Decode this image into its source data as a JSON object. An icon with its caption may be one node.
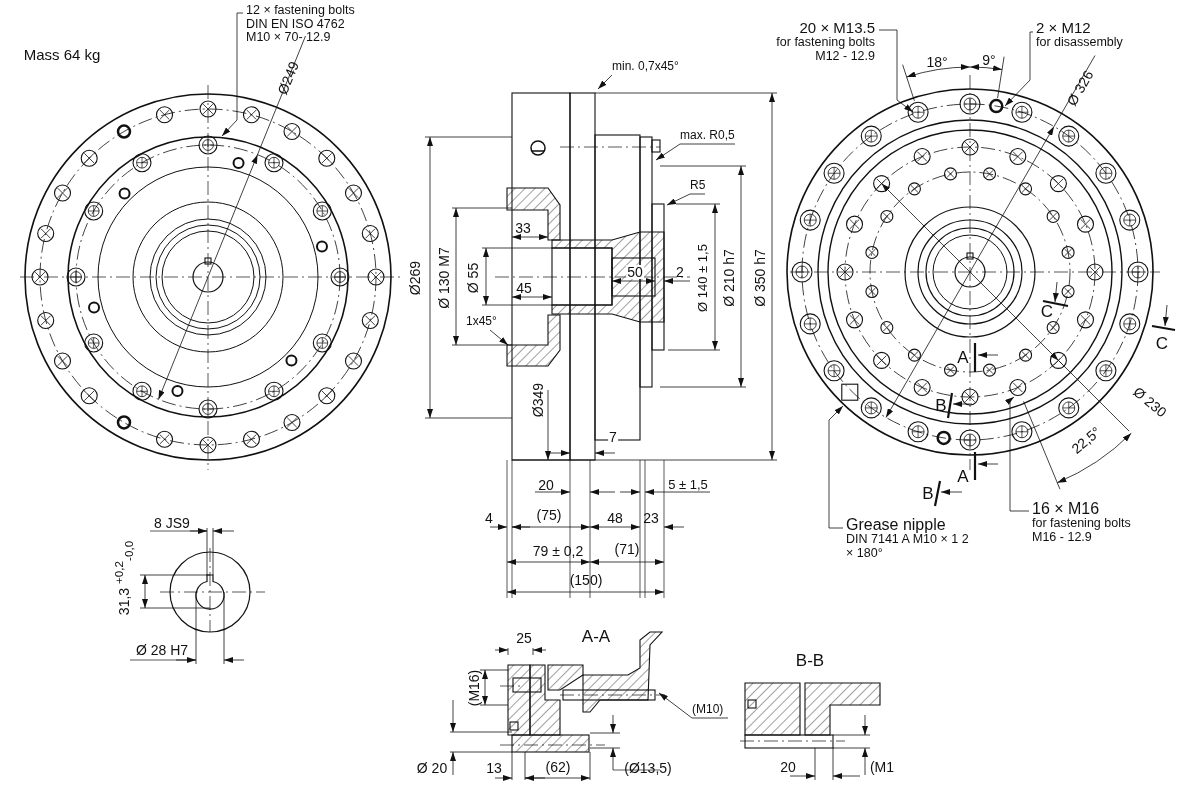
{
  "diagram": {
    "nodes": [
      {
        "text": [
          "12 × fastening bolts DIN EN ISO 4762 M10 × 70- 12.9"
        ]
      },
      {
        "text": [
          "min. 0,7x45°"
        ]
      },
      {
        "text": [
          "max. R0,5"
        ]
      },
      {
        "text": [
          "R5"
        ]
      },
      {
        "text": [
          "1x45°"
        ]
      },
      {
        "text": [
          "20 × M13.5",
          "for fastening bolts M12 - 12.9"
        ]
      },
      {
        "text": [
          "2 × M12",
          "for disassembly"
        ]
      },
      {
        "text": [
          "Grease nipple",
          "DIN 7141 A M10 × 1 2 × 180°"
        ]
      },
      {
        "text": [
          "16 × M16",
          "for fastening bolts M16 - 12.9"
        ]
      },
      {
        "text": [
          "(M10)"
        ]
      }
    ],
    "edges": [
      {
        "from": 0,
        "to": null,
        "arrow": "to"
      },
      {
        "from": 1,
        "to": null,
        "arrow": "to"
      },
      {
        "from": 2,
        "to": null,
        "arrow": "to"
      },
      {
        "from": 3,
        "to": null,
        "arrow": "to"
      },
      {
        "from": 4,
        "to": null,
        "arrow": "to"
      },
      {
        "from": 5,
        "to": null,
        "arrow": "to"
      },
      {
        "from": 6,
        "to": null,
        "arrow": "to"
      },
      {
        "from": 7,
        "to": null,
        "arrow": "to"
      },
      {
        "from": 8,
        "to": null,
        "arrow": "to"
      },
      {
        "from": 9,
        "to": null,
        "arrow": "to"
      }
    ],
    "labels": [
      "Mass 64 kg",
      "Ø249",
      "Ø269",
      "Ø 130 M7",
      "Ø 55",
      "33",
      "45",
      "Ø349",
      "50",
      "2",
      "Ø 140 ± 1,5",
      "Ø 210 h7",
      "Ø 350 h7",
      "7",
      "20",
      "5 ± 1,5",
      "4",
      "(75)",
      "48",
      "23",
      "79 ± 0,2",
      "(71)",
      "(150)",
      "18°",
      "9°",
      "Ø 326",
      "C",
      "C",
      "A",
      "B",
      "Ø 230",
      "22,5°",
      "A",
      "B",
      "8 JS9",
      "31,3 $^{+0,2}$$_{-0,0}$",
      "Ø 28 H7",
      "25",
      "A-A",
      "(M16)",
      "Ø 20",
      "13",
      "(62)",
      "(Ø13,5)",
      "B-B",
      "20",
      "(M1"
    ]
  }
}
